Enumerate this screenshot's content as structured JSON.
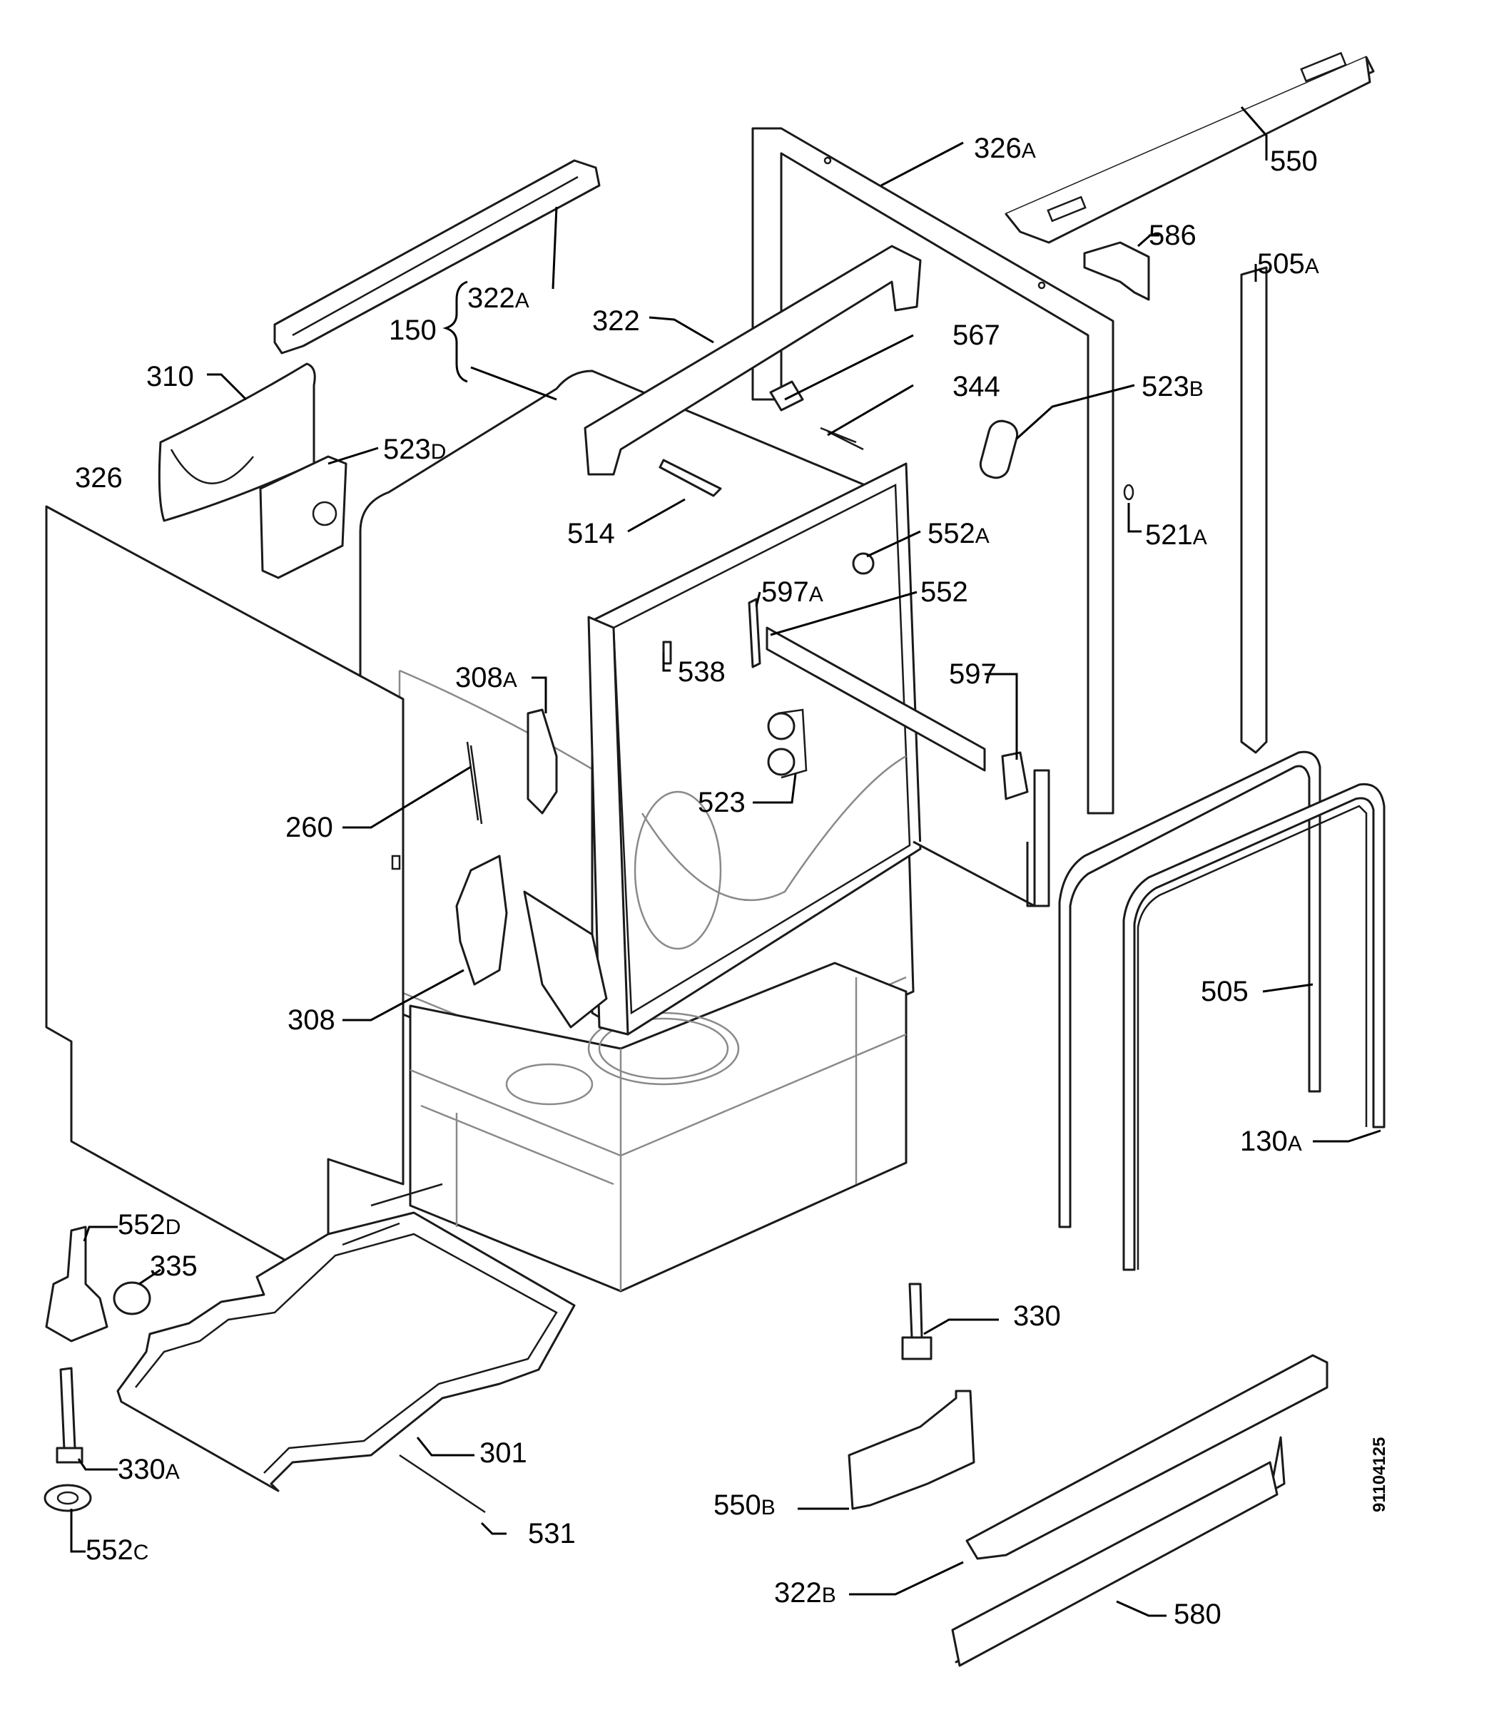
{
  "document_id": "91104125",
  "callouts": [
    {
      "id": "550",
      "num": "550",
      "suffix": ""
    },
    {
      "id": "326A",
      "num": "326",
      "suffix": "A"
    },
    {
      "id": "586",
      "num": "586",
      "suffix": ""
    },
    {
      "id": "505A",
      "num": "505",
      "suffix": "A"
    },
    {
      "id": "322A",
      "num": "322",
      "suffix": "A"
    },
    {
      "id": "150",
      "num": "150",
      "suffix": ""
    },
    {
      "id": "322",
      "num": "322",
      "suffix": ""
    },
    {
      "id": "567",
      "num": "567",
      "suffix": ""
    },
    {
      "id": "310",
      "num": "310",
      "suffix": ""
    },
    {
      "id": "344",
      "num": "344",
      "suffix": ""
    },
    {
      "id": "523B",
      "num": "523",
      "suffix": "B"
    },
    {
      "id": "523D",
      "num": "523",
      "suffix": "D"
    },
    {
      "id": "326",
      "num": "326",
      "suffix": ""
    },
    {
      "id": "514",
      "num": "514",
      "suffix": ""
    },
    {
      "id": "552A",
      "num": "552",
      "suffix": "A"
    },
    {
      "id": "521A",
      "num": "521",
      "suffix": "A"
    },
    {
      "id": "597A",
      "num": "597",
      "suffix": "A"
    },
    {
      "id": "552",
      "num": "552",
      "suffix": ""
    },
    {
      "id": "538",
      "num": "538",
      "suffix": ""
    },
    {
      "id": "308A",
      "num": "308",
      "suffix": "A"
    },
    {
      "id": "597",
      "num": "597",
      "suffix": ""
    },
    {
      "id": "523",
      "num": "523",
      "suffix": ""
    },
    {
      "id": "260",
      "num": "260",
      "suffix": ""
    },
    {
      "id": "308",
      "num": "308",
      "suffix": ""
    },
    {
      "id": "505",
      "num": "505",
      "suffix": ""
    },
    {
      "id": "130A",
      "num": "130",
      "suffix": "A"
    },
    {
      "id": "552D",
      "num": "552",
      "suffix": "D"
    },
    {
      "id": "335",
      "num": "335",
      "suffix": ""
    },
    {
      "id": "330",
      "num": "330",
      "suffix": ""
    },
    {
      "id": "301",
      "num": "301",
      "suffix": ""
    },
    {
      "id": "330A",
      "num": "330",
      "suffix": "A"
    },
    {
      "id": "550B",
      "num": "550",
      "suffix": "B"
    },
    {
      "id": "531",
      "num": "531",
      "suffix": ""
    },
    {
      "id": "552C",
      "num": "552",
      "suffix": "C"
    },
    {
      "id": "322B",
      "num": "322",
      "suffix": "B"
    },
    {
      "id": "580",
      "num": "580",
      "suffix": ""
    }
  ]
}
